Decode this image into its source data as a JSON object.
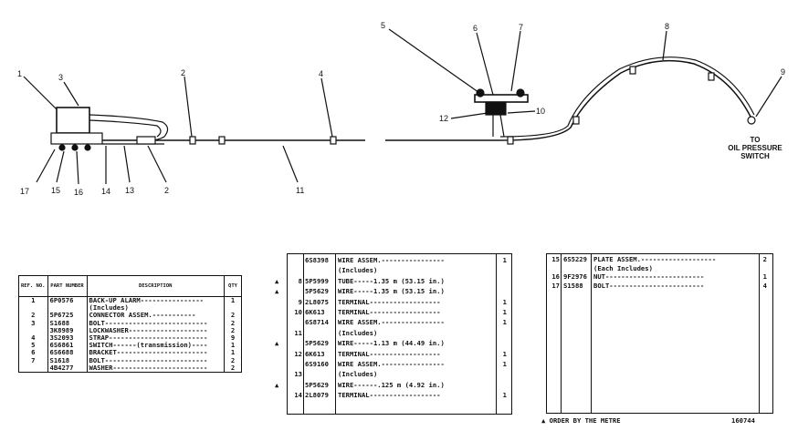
{
  "callouts": {
    "c1": "1",
    "c2a": "2",
    "c3": "3",
    "c4": "4",
    "c5": "5",
    "c6": "6",
    "c7": "7",
    "c8": "8",
    "c9": "9",
    "c10": "10",
    "c11": "11",
    "c12": "12",
    "c13": "13",
    "c14": "14",
    "c15": "15",
    "c16": "16",
    "c17": "17",
    "c2b": "2"
  },
  "note": {
    "line1": "TO",
    "line2": "OIL PRESSURE",
    "line3": "SWITCH"
  },
  "table1": {
    "headers": [
      "REF. NO.",
      "PART NUMBER",
      "DESCRIPTION",
      "QTY"
    ],
    "rows": [
      {
        "ref": "1",
        "part": "6P0576",
        "desc": "BACK-UP ALARM----------------",
        "qty": "1"
      },
      {
        "ref": "",
        "part": "",
        "desc": "   (Includes)",
        "qty": ""
      },
      {
        "ref": "2",
        "part": "5P6725",
        "desc": "   CONNECTOR ASSEM.-----------",
        "qty": "2"
      },
      {
        "ref": "3",
        "part": "S1688",
        "desc": "BOLT--------------------------",
        "qty": "2"
      },
      {
        "ref": "",
        "part": "3K8989",
        "desc": "LOCKWASHER--------------------",
        "qty": "2"
      },
      {
        "ref": "4",
        "part": "3S2093",
        "desc": "STRAP-------------------------",
        "qty": "9"
      },
      {
        "ref": "5",
        "part": "6S6861",
        "desc": "SWITCH------(transmission)----",
        "qty": "1"
      },
      {
        "ref": "6",
        "part": "6S6688",
        "desc": "BRACKET-----------------------",
        "qty": "1"
      },
      {
        "ref": "7",
        "part": "S1618",
        "desc": "BOLT--------------------------",
        "qty": "2"
      },
      {
        "ref": "",
        "part": "4B4277",
        "desc": "WASHER------------------------",
        "qty": "2"
      }
    ]
  },
  "table2": {
    "rows": [
      {
        "mark": "",
        "ref": "",
        "part": "6S8398",
        "desc": "WIRE ASSEM.----------------",
        "qty": "1"
      },
      {
        "mark": "",
        "ref": "",
        "part": "",
        "desc": "   (Includes)",
        "qty": ""
      },
      {
        "mark": "▲",
        "ref": "8",
        "part": "5P5999",
        "desc": "   TUBE-----1.35 m (53.15 in.)",
        "qty": ""
      },
      {
        "mark": "▲",
        "ref": "",
        "part": "5P5629",
        "desc": "   WIRE-----1.35 m (53.15 in.)",
        "qty": ""
      },
      {
        "mark": "",
        "ref": "9",
        "part": "2L8075",
        "desc": "   TERMINAL------------------",
        "qty": "1"
      },
      {
        "mark": "",
        "ref": "10",
        "part": "6K613",
        "desc": "   TERMINAL------------------",
        "qty": "1"
      },
      {
        "mark": "",
        "ref": "",
        "part": "6S8714",
        "desc": "WIRE ASSEM.----------------",
        "qty": "1"
      },
      {
        "mark": "",
        "ref": "11",
        "part": "",
        "desc": "   (Includes)",
        "qty": ""
      },
      {
        "mark": "▲",
        "ref": "",
        "part": "5P5629",
        "desc": "   WIRE-----1.13 m (44.49 in.)",
        "qty": ""
      },
      {
        "mark": "",
        "ref": "12",
        "part": "6K613",
        "desc": "   TERMINAL------------------",
        "qty": "1"
      },
      {
        "mark": "",
        "ref": "",
        "part": "6S9160",
        "desc": "WIRE ASSEM.----------------",
        "qty": "1"
      },
      {
        "mark": "",
        "ref": "13",
        "part": "",
        "desc": "   (Includes)",
        "qty": ""
      },
      {
        "mark": "▲",
        "ref": "",
        "part": "5P5629",
        "desc": "   WIRE------.125 m (4.92 in.)",
        "qty": ""
      },
      {
        "mark": "",
        "ref": "14",
        "part": "2L8079",
        "desc": "   TERMINAL------------------",
        "qty": "1"
      }
    ]
  },
  "table3": {
    "rows": [
      {
        "ref": "15",
        "part": "6S5229",
        "desc": "PLATE ASSEM.-------------------",
        "qty": "2"
      },
      {
        "ref": "",
        "part": "",
        "desc": "   (Each Includes)",
        "qty": ""
      },
      {
        "ref": "16",
        "part": "9F2976",
        "desc": "   NUT-------------------------",
        "qty": "1"
      },
      {
        "ref": "17",
        "part": "S1588",
        "desc": "   BOLT------------------------",
        "qty": "4"
      }
    ],
    "footnote": "▲ ORDER BY THE METRE",
    "illustration_no": "160744"
  }
}
